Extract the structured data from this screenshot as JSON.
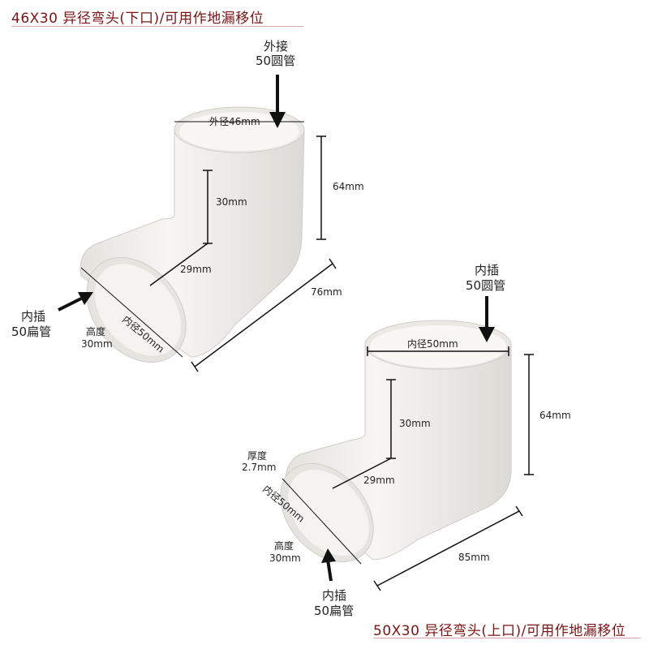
{
  "titles": {
    "top": "46X30 异径弯头(下口)/可用作地漏移位",
    "bottom": "50X30 异径弯头(上口)/可用作地漏移位"
  },
  "colors": {
    "title": "#7a1414",
    "pipe": "#f2f1ee",
    "pipe_shadow": "#d9d7d2",
    "dimension_line": "#111111"
  },
  "top_elbow": {
    "callout_top": [
      "外接",
      "50圆管"
    ],
    "outer_diameter": "外径46mm",
    "height": "64mm",
    "inner_height": "30mm",
    "inner_depth": "29mm",
    "length": "76mm",
    "callout_side": [
      "内插",
      "50扁管"
    ],
    "opening_height": [
      "高度",
      "30mm"
    ],
    "opening_inner": "内径50mm"
  },
  "bottom_elbow": {
    "callout_top": [
      "内插",
      "50圆管"
    ],
    "inner_diameter": "内径50mm",
    "height": "64mm",
    "inner_height": "30mm",
    "inner_depth": "29mm",
    "length": "85mm",
    "thickness": [
      "厚度",
      "2.7mm"
    ],
    "opening_inner": "内径50mm",
    "opening_height": [
      "高度",
      "30mm"
    ],
    "callout_bottom": [
      "内插",
      "50扁管"
    ]
  }
}
